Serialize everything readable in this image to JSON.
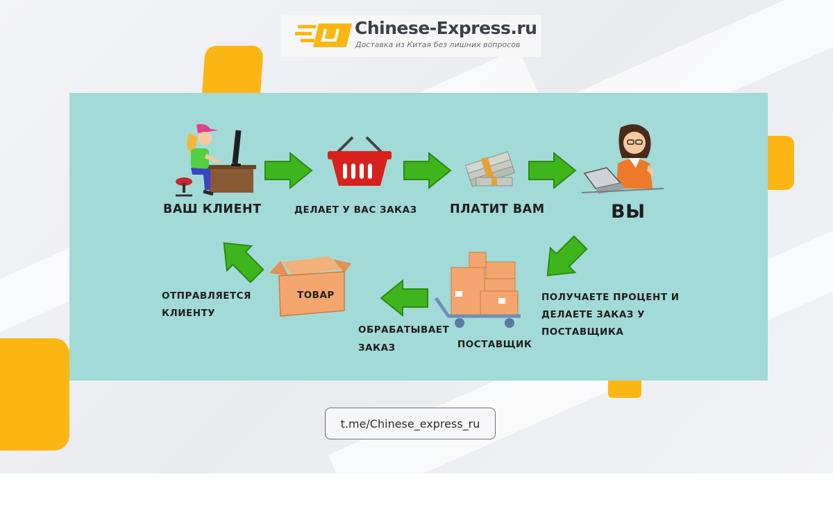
{
  "logo": {
    "title": "Chinese-Express.ru",
    "subtitle": "Доставка из Китая без лишних вопросов"
  },
  "flow": {
    "client": "ВАШ КЛИЕНТ",
    "order": "ДЕЛАЕТ У ВАС ЗАКАЗ",
    "pay": "ПЛАТИТ ВАМ",
    "you": "ВЫ",
    "percent": [
      "ПОЛУЧАЕТЕ ПРОЦЕНТ И",
      "ДЕЛАЕТЕ ЗАКАЗ У",
      "ПОСТАВЩИКА"
    ],
    "supplier": "ПОСТАВЩИК",
    "process": [
      "ОБРАБАТЫВАЕТ",
      "ЗАКАЗ"
    ],
    "goods": "ТОВАР",
    "send": [
      "ОТПРАВЛЯЕТСЯ",
      "КЛИЕНТУ"
    ]
  },
  "footer": {
    "link": "t.me/Chinese_express_ru"
  },
  "colors": {
    "panel": "#a2dad7",
    "accent": "#fcb614",
    "arrow": "#3fb51d",
    "basket": "#d6211d",
    "box": "#f4a66e"
  },
  "icons": [
    "truck-logo-icon",
    "client-at-computer-icon",
    "basket-icon",
    "money-stack-icon",
    "woman-laptop-icon",
    "supplier-cart-icon",
    "cardboard-box-icon",
    "arrow-icon"
  ]
}
